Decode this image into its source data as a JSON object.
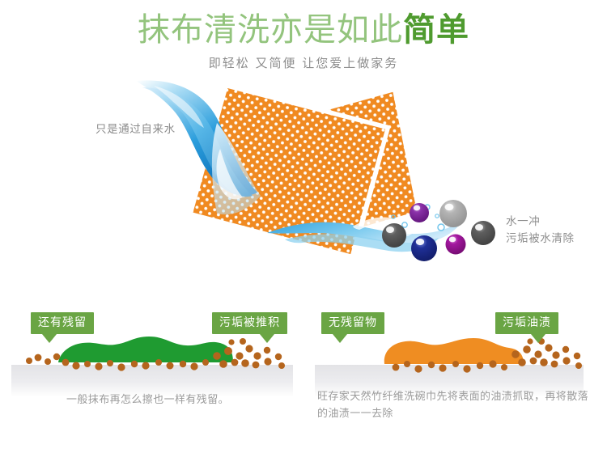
{
  "header": {
    "title_main": "抹布清洗亦是如此",
    "title_accent": "简单",
    "subtitle": "即轻松 又简便 让您爱上做家务",
    "title_color": "#93c47d",
    "accent_color": "#4f9b2f",
    "subtitle_color": "#8d8d8d"
  },
  "hero": {
    "caption_tap": "只是通过自来水",
    "caption_rinse_line1": "水一冲",
    "caption_rinse_line2": "污垢被水清除",
    "cloth_color": "#f08a21",
    "cloth_dot_color": "#ffffff",
    "water_color": "#2196d6",
    "dirt_colors": [
      "#7a2a96",
      "#9e9e9e",
      "#5a5a5a",
      "#1a2a8c",
      "#a0169e",
      "#4d4d4d"
    ]
  },
  "panels": {
    "left": {
      "bubble_residue": "还有残留",
      "bubble_pileup": "污垢被推积",
      "note": "一般抹布再怎么擦也一样有残留。",
      "blob_color": "#1f9b31",
      "dirt_color": "#b5651d",
      "surface_color": "#e6e6e8"
    },
    "right": {
      "bubble_noresidue": "无残留物",
      "bubble_grease": "污垢油渍",
      "note": "旺存家天然竹纤维洗碗巾先将表面的油渍抓取，再将散落的油渍一一去除",
      "blob_color": "#ef8d22",
      "dirt_color": "#b5651d",
      "surface_color": "#e6e6e8"
    },
    "bubble_color": "#6aa544",
    "bubble_text_color": "#ffffff"
  }
}
